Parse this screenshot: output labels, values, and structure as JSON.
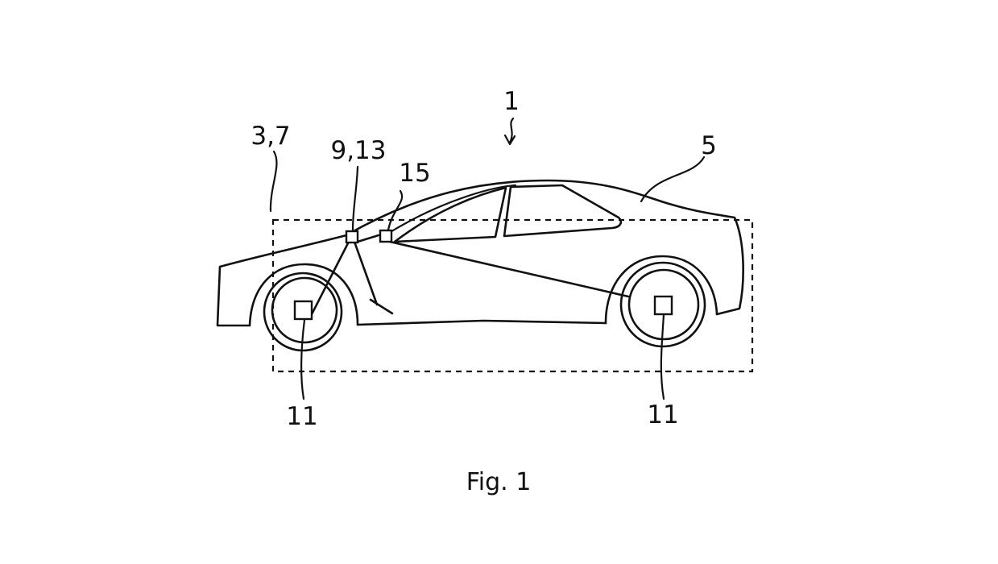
{
  "figure": {
    "caption": "Fig. 1",
    "labels": {
      "vehicle": "1",
      "system": "3,7",
      "body": "5",
      "unit": "9,13",
      "sensor": "15",
      "wheel_front": "11",
      "wheel_rear": "11"
    }
  }
}
